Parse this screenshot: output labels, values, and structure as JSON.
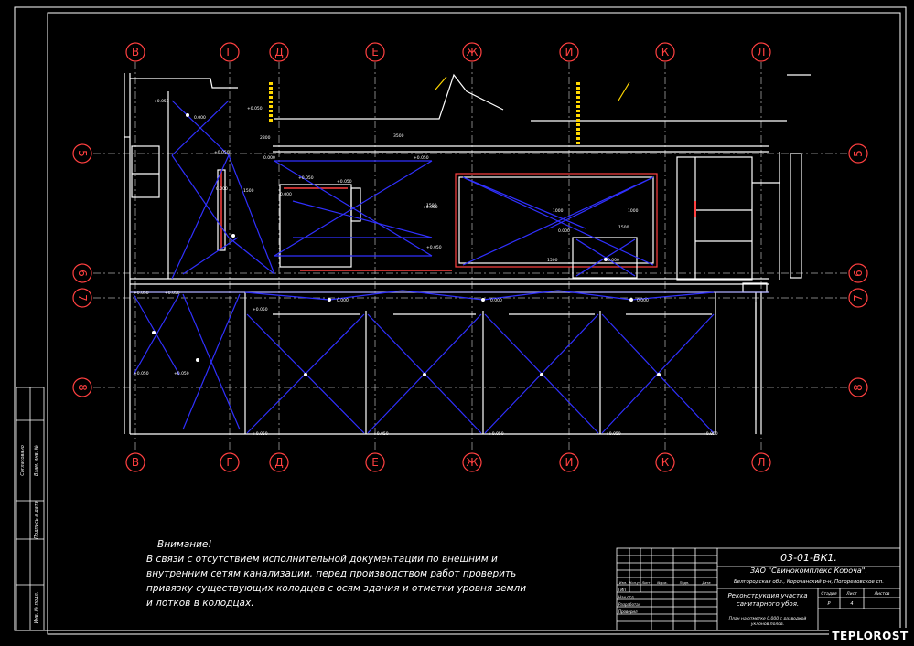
{
  "axes": {
    "columns": [
      "В",
      "Г",
      "Д",
      "Е",
      "Ж",
      "И",
      "К",
      "Л"
    ],
    "rows": [
      "5",
      "6",
      "7",
      "8"
    ]
  },
  "plan_labels": {
    "elevations": [
      "+0.050",
      "0.000",
      "0.000",
      "+0.050",
      "+0.050",
      "0.000",
      "0.000",
      "+0.050",
      "+0.050",
      "+0.050",
      "+0.050",
      "+0.050",
      "0.000",
      "0.000",
      "0.000",
      "0.000",
      "0.000",
      "+0.050",
      "+0.050",
      "+0.050",
      "+0.050",
      "+0.050",
      "+0.050",
      "+0.050",
      "+0.050",
      "+0.050",
      "+0.050"
    ],
    "dims": [
      "2800",
      "3500",
      "1000",
      "1000",
      "1500",
      "1500",
      "1500",
      "1500"
    ]
  },
  "note": {
    "heading": "Внимание!",
    "lines": [
      "В связи с отсутствием исполнительной документации по внешним и",
      "внутренним сетям канализации, перед производством работ проверить",
      "привязку существующих колодцев с осям здания и отметки уровня земли",
      "и лотков в колодцах."
    ]
  },
  "title_block": {
    "code": "03-01-ВК1.",
    "company": "ЗАО \"Свинокомплекс Короча\".",
    "address": "Белгородская обл., Корочанский р-н, Погореловское сп.",
    "project": [
      "Реконструкция участка",
      "санитарного убоя."
    ],
    "sheet_title": [
      "План на отметке 0.000 с разводкой",
      "уклонов полов."
    ],
    "col_headers": [
      "Изм.",
      "Кол.уч",
      "Лист",
      "№док.",
      "Подп.",
      "Дата"
    ],
    "roles": [
      "ГИП",
      "Нач.отд.",
      "Разработал",
      "Проверил"
    ],
    "stage_headers": [
      "Стадия",
      "Лист",
      "Листов"
    ],
    "stage_values": [
      "Р",
      "4",
      ""
    ]
  },
  "side_stamp": {
    "labels": [
      "Согласовано",
      "Взам. инв. №",
      "Подпись и дата",
      "Инв. № подл."
    ]
  },
  "watermark": "TEPLOROST"
}
